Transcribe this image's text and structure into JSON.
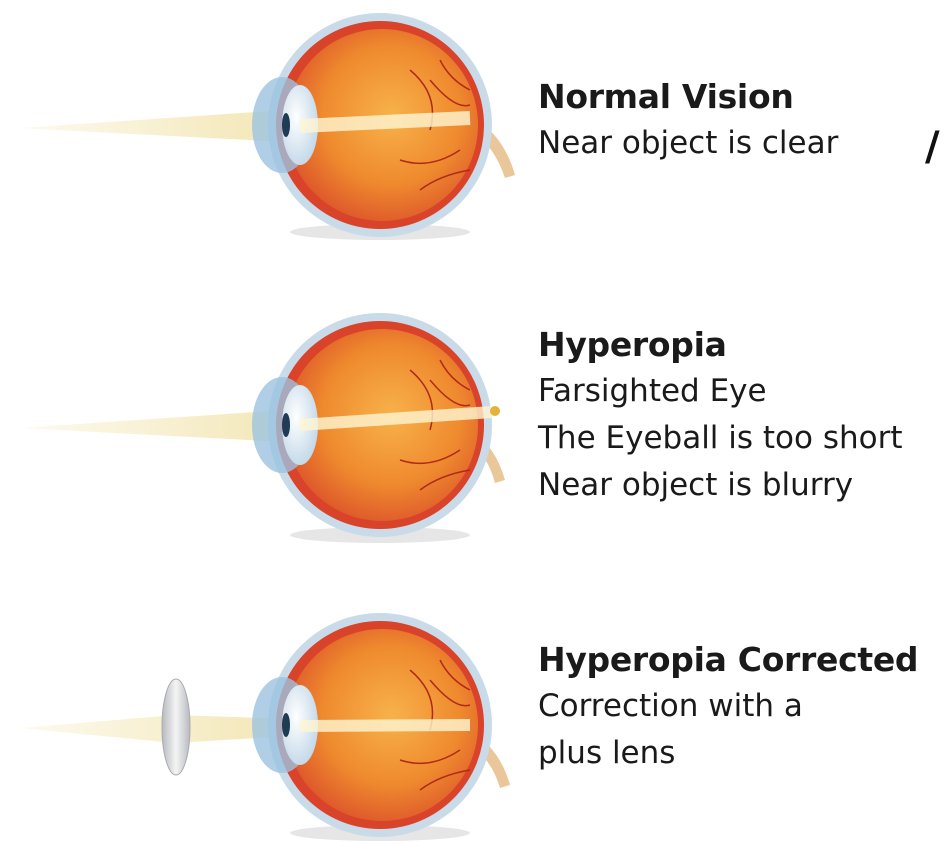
{
  "panels": [
    {
      "id": "normal",
      "title": "Normal Vision",
      "lines": [
        "Near object is clear"
      ],
      "focus": "on-retina",
      "corrective_lens": false
    },
    {
      "id": "hyperopia",
      "title": "Hyperopia",
      "lines": [
        "Farsighted Eye",
        "The Eyeball is too short",
        "Near object is blurry"
      ],
      "focus": "behind-retina",
      "corrective_lens": false
    },
    {
      "id": "hyperopia-corrected",
      "title": "Hyperopia Corrected",
      "lines": [
        "Correction with a",
        "plus lens"
      ],
      "focus": "on-retina",
      "corrective_lens": true
    }
  ],
  "colors": {
    "sclera": "#c9dbe9",
    "choroid": "#d9432a",
    "interior": "#f29a38",
    "light_beam": "#f3e7b6",
    "focus_point": "#e3b23c",
    "lens_grey": "#cfd1d4"
  }
}
